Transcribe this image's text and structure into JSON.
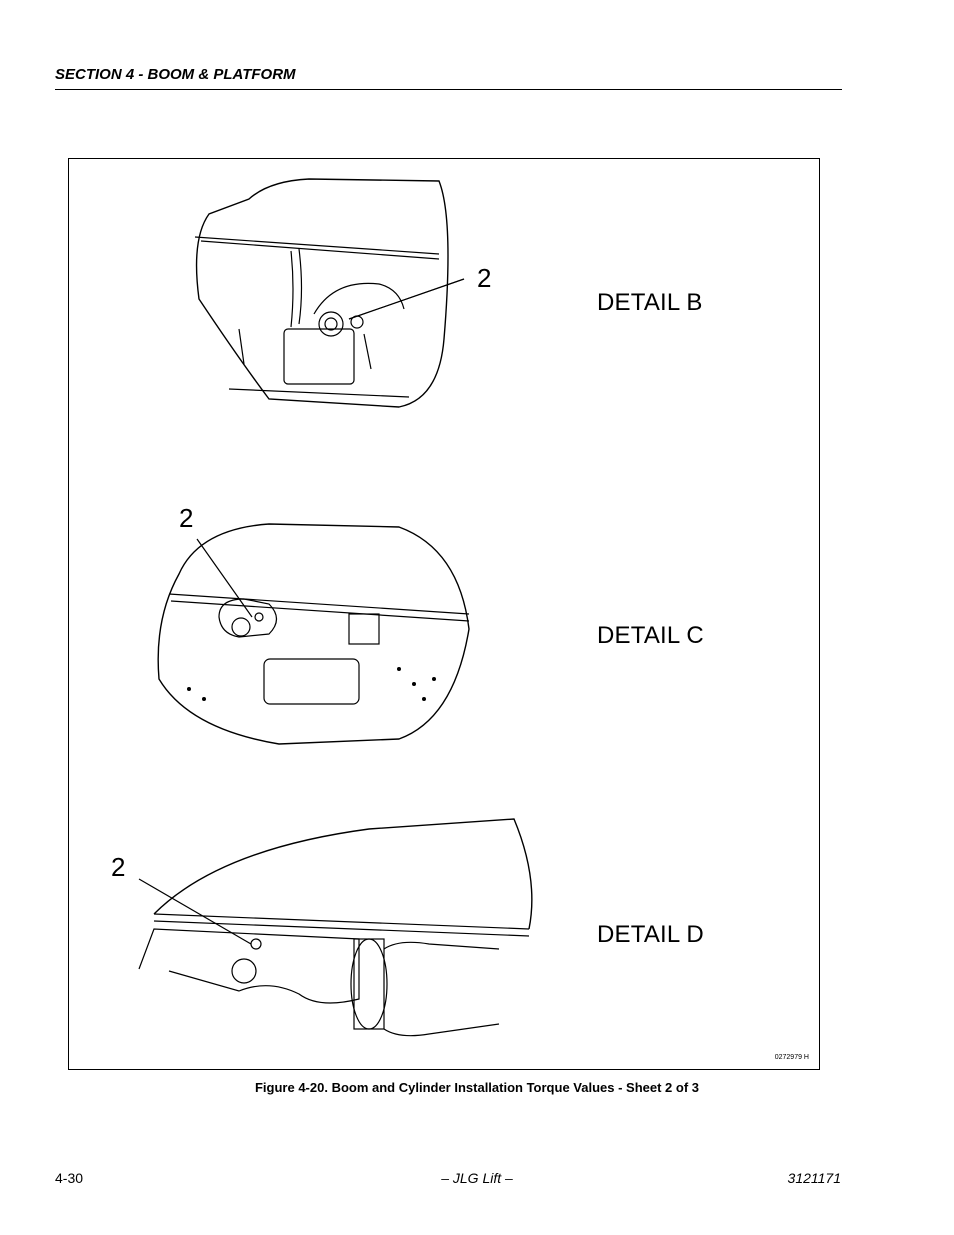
{
  "header": {
    "section_title": "SECTION 4 - BOOM & PLATFORM"
  },
  "figure": {
    "details": [
      {
        "label": "DETAIL B",
        "callout": "2"
      },
      {
        "label": "DETAIL C",
        "callout": "2"
      },
      {
        "label": "DETAIL D",
        "callout": "2"
      }
    ],
    "figure_id": "0272979 H",
    "caption": "Figure 4-20.  Boom and Cylinder Installation Torque Values - Sheet 2 of 3"
  },
  "footer": {
    "page_number": "4-30",
    "center_text": "– JLG Lift –",
    "doc_number": "3121171"
  }
}
